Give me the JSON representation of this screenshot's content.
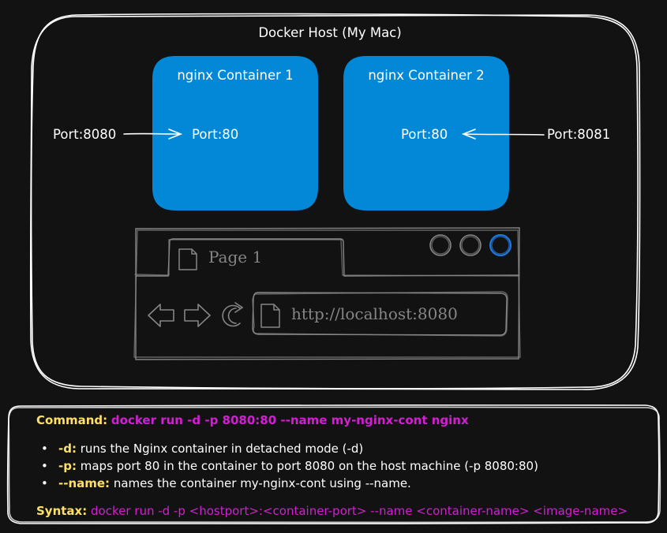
{
  "host": {
    "title": "Docker Host (My Mac)"
  },
  "containers": [
    {
      "title": "nginx Container 1",
      "port": "Port:80"
    },
    {
      "title": "nginx Container 2",
      "port": "Port:80"
    }
  ],
  "host_ports": {
    "left": "Port:8080",
    "right": "Port:8081"
  },
  "colors": {
    "container_fill": "#0288d6",
    "command_label": "#ffe066",
    "command_text": "#d31ed3",
    "browser_stroke": "#858585",
    "active_dot": "#1e7be3"
  },
  "browser": {
    "tab_label": "Page 1",
    "url": "http://localhost:8080",
    "icons": [
      "page-icon",
      "back-arrow-icon",
      "forward-arrow-icon",
      "refresh-icon",
      "window-dots-icon"
    ]
  },
  "notes": {
    "command_label": "Command:",
    "command": "docker run -d -p 8080:80 --name my-nginx-cont nginx",
    "bullets": [
      {
        "flag": "-d:",
        "text": "runs the Nginx container in detached mode (-d)"
      },
      {
        "flag": "-p:",
        "text": "maps port 80 in the container to port 8080 on the host machine (-p 8080:80)"
      },
      {
        "flag": "--name:",
        "text": "names the container my-nginx-cont using --name."
      }
    ],
    "bullet_char": "•",
    "syntax_label": "Syntax:",
    "syntax": "docker run -d -p <hostport>:<container-port> --name <container-name> <image-name>"
  }
}
